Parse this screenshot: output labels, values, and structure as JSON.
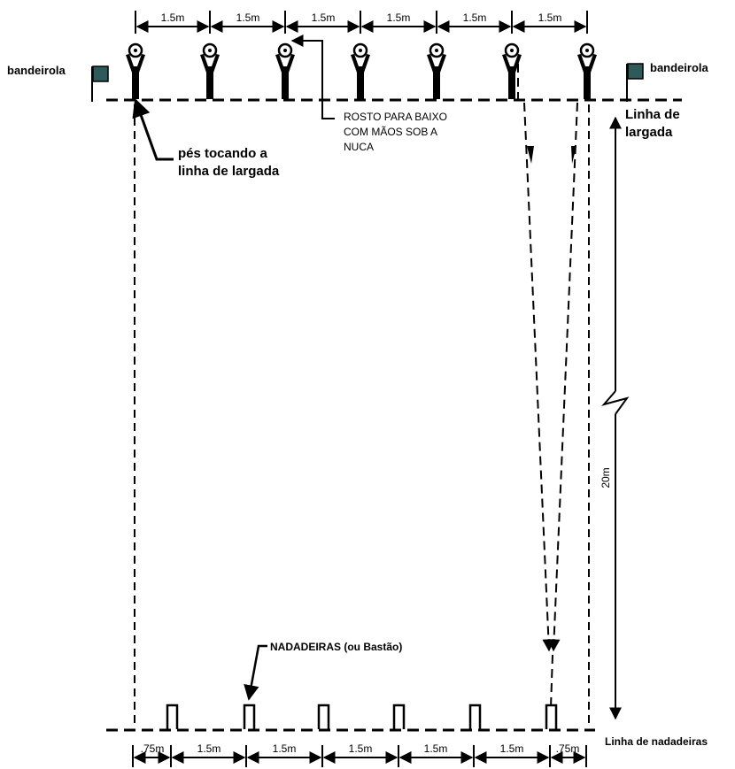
{
  "diagram": {
    "top_spacings": [
      "1.5m",
      "1.5m",
      "1.5m",
      "1.5m",
      "1.5m",
      "1.5m"
    ],
    "bottom_spacings": [
      ".75m",
      "1.5m",
      "1.5m",
      "1.5m",
      "1.5m",
      "1.5m",
      ".75m"
    ],
    "flag_left": "bandeirola",
    "flag_right": "bandeirola",
    "flag_color": "#2e5b5a",
    "start_line_label_1": "Linha de",
    "start_line_label_2": "largada",
    "feet_note_1": "pés tocando a",
    "feet_note_2": "linha de largada",
    "face_note_1": "ROSTO PARA BAIXO",
    "face_note_2": "COM MÃOS SOB A",
    "face_note_3": "NUCA",
    "distance": "20m",
    "fins_label": "NADADEIRAS (ou Bastão)",
    "fins_line_label": "Linha de nadadeiras",
    "line_color": "#000000"
  }
}
